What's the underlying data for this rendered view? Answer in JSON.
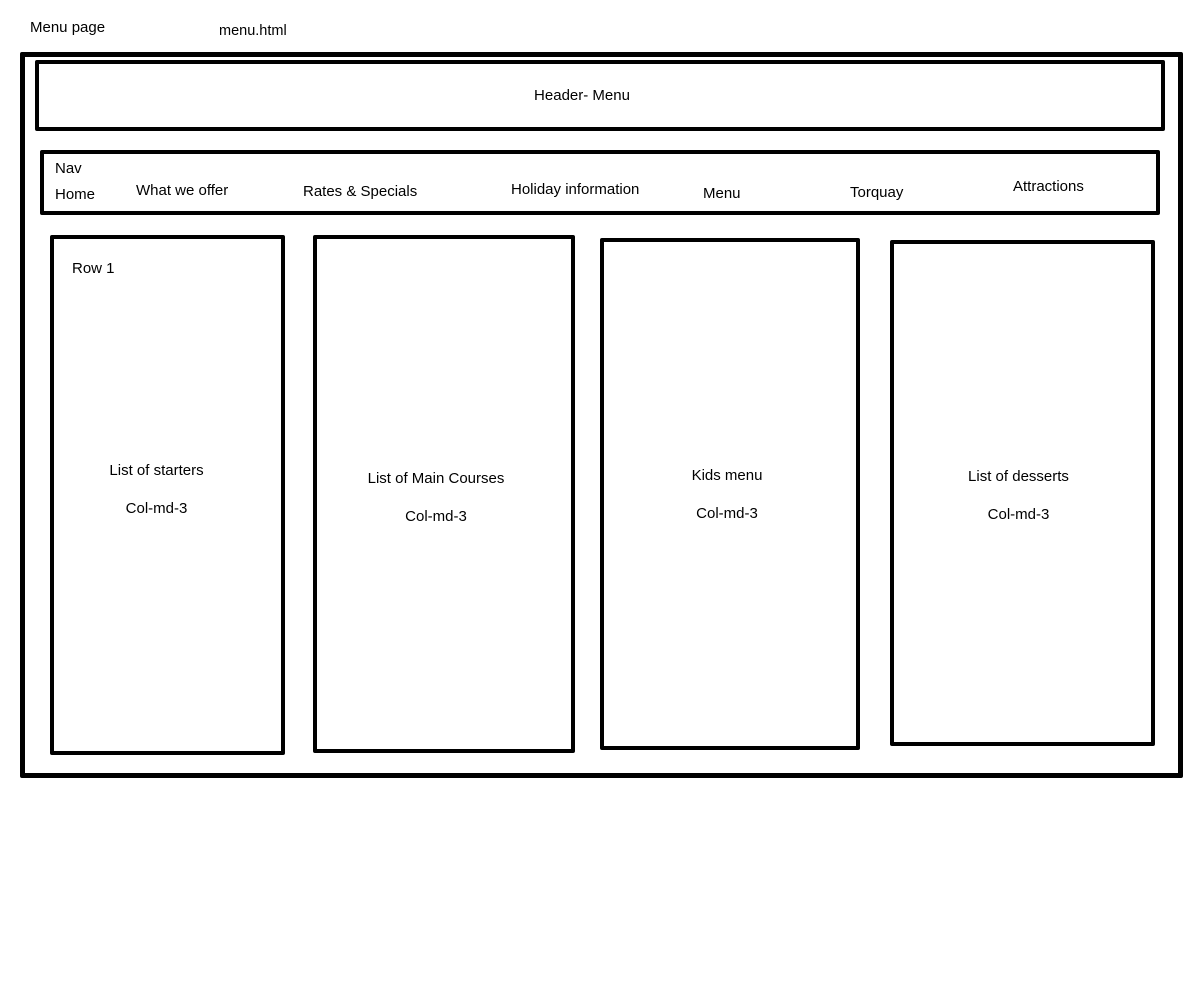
{
  "page": {
    "label": "Menu page",
    "filename": "menu.html"
  },
  "header": {
    "title": "Header- Menu"
  },
  "nav": {
    "label": "Nav",
    "items": [
      {
        "label": "Home"
      },
      {
        "label": "What we offer"
      },
      {
        "label": "Rates & Specials"
      },
      {
        "label": "Holiday information"
      },
      {
        "label": "Menu"
      },
      {
        "label": "Torquay"
      },
      {
        "label": "Attractions"
      }
    ]
  },
  "row": {
    "label": "Row 1",
    "columns": [
      {
        "title": "List of starters",
        "grid_class": "Col-md-3"
      },
      {
        "title": "List of Main Courses",
        "grid_class": "Col-md-3"
      },
      {
        "title": "Kids menu",
        "grid_class": "Col-md-3"
      },
      {
        "title": "List of desserts",
        "grid_class": "Col-md-3"
      }
    ]
  },
  "colors": {
    "border": "#000000",
    "background": "#ffffff",
    "text": "#000000"
  }
}
